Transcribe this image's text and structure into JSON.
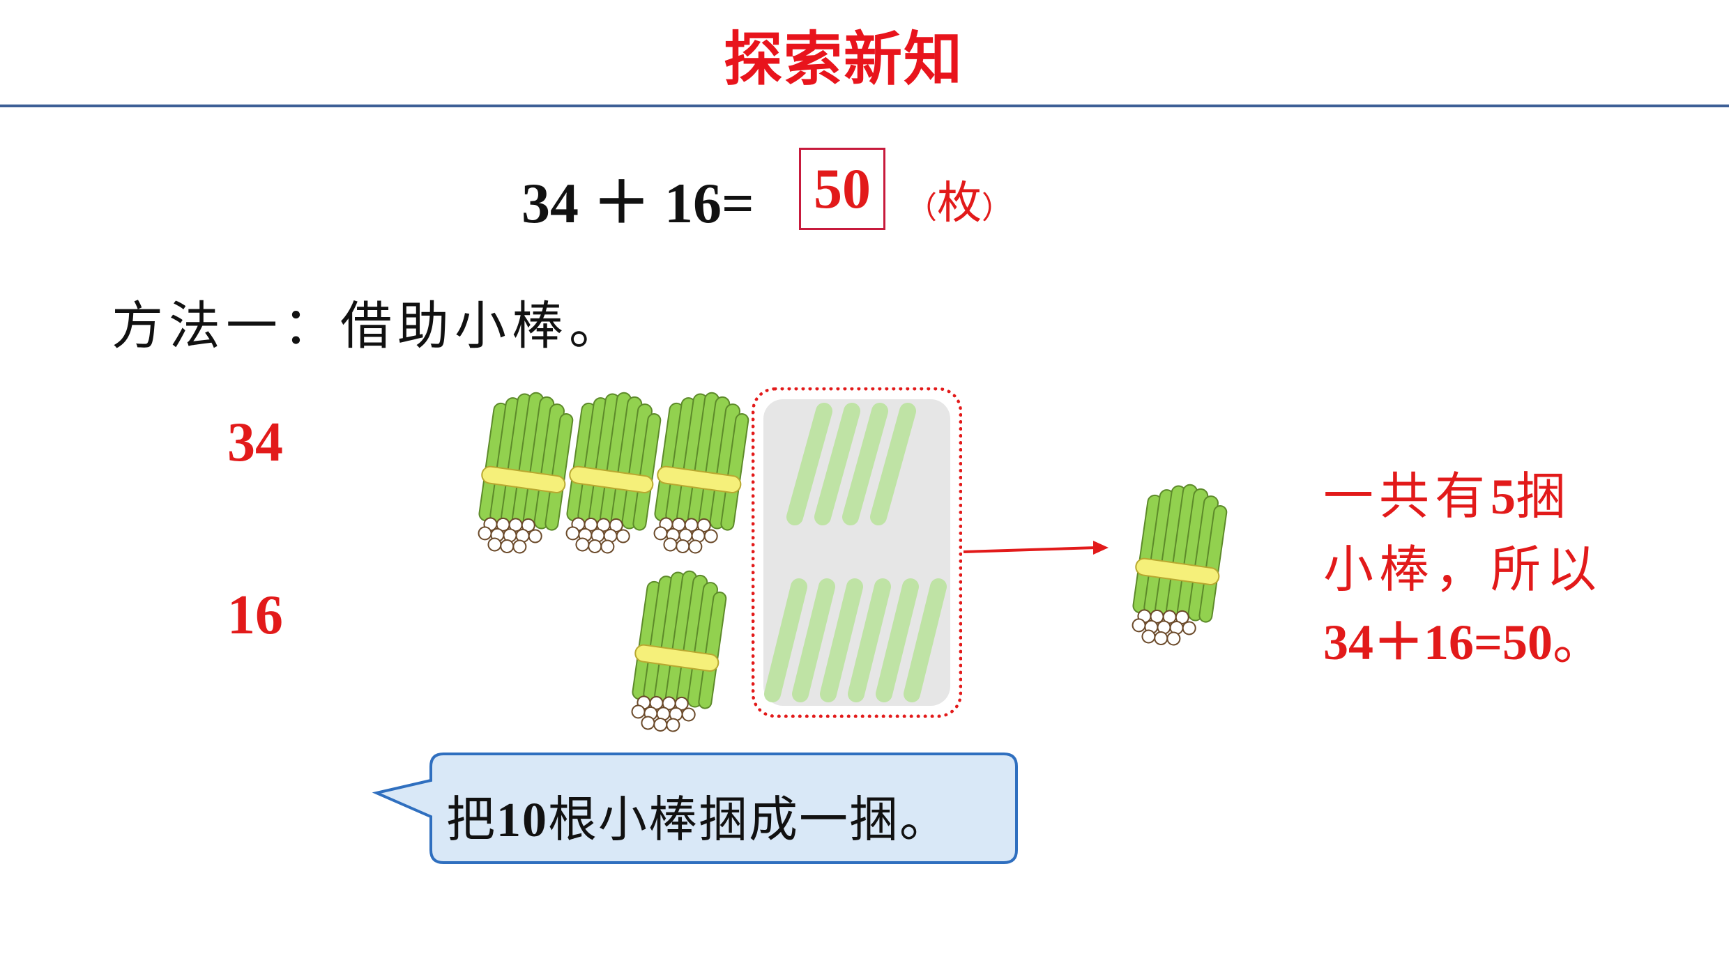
{
  "header": {
    "title": "探索新知"
  },
  "equation": {
    "expression": "34 ＋ 16=",
    "answer": "50",
    "paren_open": "（",
    "unit": "枚",
    "paren_close": "）"
  },
  "method": {
    "label": "方法一：借助小棒。"
  },
  "numbers": {
    "first": "34",
    "second": "16"
  },
  "result": {
    "line1": "一共有",
    "line1_num": "5",
    "line1_end": "捆",
    "line2": "小棒，所以",
    "line3": "34＋16=50",
    "line3_end": "。"
  },
  "callout": {
    "pre": "把",
    "num": "10",
    "post": "根小棒捆成一捆。"
  },
  "colors": {
    "title": "#e8141c",
    "rule": "#3d5f96",
    "red": "#e21a1a",
    "bubble_fill": "#d9e8f7",
    "bubble_border": "#2f6fbf",
    "stick_green": "#92d14f",
    "band": "#f5f07a"
  }
}
